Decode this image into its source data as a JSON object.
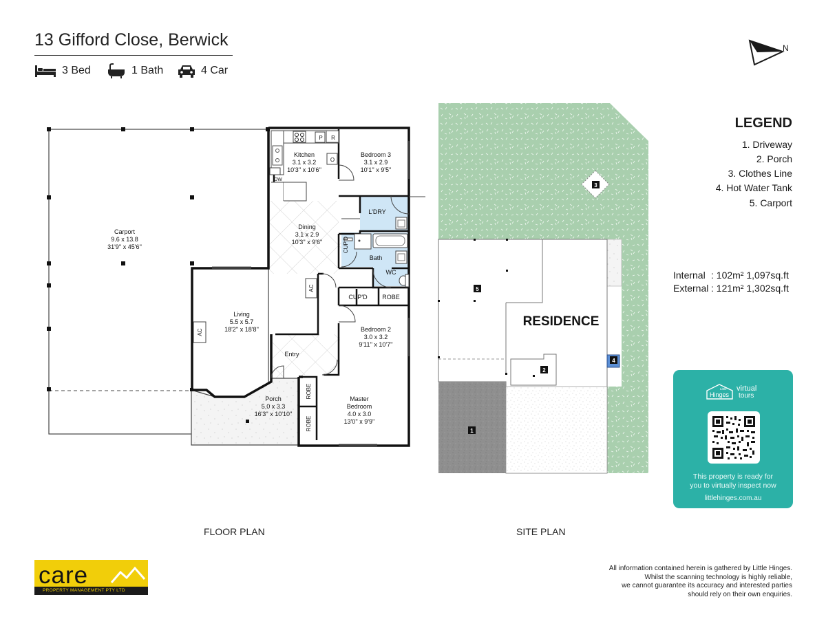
{
  "header": {
    "address": "13 Gifford Close, Berwick",
    "features": [
      {
        "icon": "bed-icon",
        "label": "3 Bed"
      },
      {
        "icon": "bath-icon",
        "label": "1 Bath"
      },
      {
        "icon": "car-icon",
        "label": "4 Car"
      }
    ]
  },
  "floor_plan": {
    "caption": "FLOOR PLAN",
    "rooms": {
      "carport": {
        "name": "Carport",
        "metric": "9.6 x 13.8",
        "imperial": "31'9'' x 45'6''"
      },
      "kitchen": {
        "name": "Kitchen",
        "metric": "3.1 x 3.2",
        "imperial": "10'3'' x 10'6''"
      },
      "bedroom3": {
        "name": "Bedroom 3",
        "metric": "3.1 x 2.9",
        "imperial": "10'1'' x 9'5''"
      },
      "dining": {
        "name": "Dining",
        "metric": "3.1 x 2.9",
        "imperial": "10'3'' x 9'6''"
      },
      "living": {
        "name": "Living",
        "metric": "5.5 x 5.7",
        "imperial": "18'2'' x 18'8''"
      },
      "bedroom2": {
        "name": "Bedroom 2",
        "metric": "3.0 x 3.2",
        "imperial": "9'11'' x 10'7''"
      },
      "master": {
        "name1": "Master",
        "name2": "Bedroom",
        "metric": "4.0 x 3.0",
        "imperial": "13'0'' x 9'9''"
      },
      "porch": {
        "name": "Porch",
        "metric": "5.0 x 3.3",
        "imperial": "16'3'' x 10'10''"
      }
    },
    "labels": {
      "laundry": "L'DRY",
      "bath": "Bath",
      "wc": "WC",
      "cupd": "CUP'D",
      "robe": "ROBE",
      "entry": "Entry",
      "ac": "AC",
      "dw": "DW",
      "pantry": "P",
      "fridge": "R",
      "oven": "O"
    }
  },
  "site_plan": {
    "caption": "SITE PLAN",
    "residence": "RESIDENCE",
    "markers": [
      "1",
      "2",
      "3",
      "4",
      "5"
    ]
  },
  "compass": {
    "label": "N"
  },
  "legend": {
    "title": "LEGEND",
    "items": [
      "1. Driveway",
      "2. Porch",
      "3. Clothes Line",
      "4. Hot Water Tank",
      "5. Carport"
    ]
  },
  "areas": {
    "internal_label": "Internal",
    "internal_value": ": 102m²  1,097sq.ft",
    "external_label": "External",
    "external_value": ": 121m²  1,302sq.ft"
  },
  "promo": {
    "brand_small": "Little",
    "brand_name": "Hinges",
    "brand_tag1": "virtual",
    "brand_tag2": "tours",
    "line1": "This property is ready for",
    "line2": "you to virtually inspect now",
    "url": "littlehinges.com.au"
  },
  "agency": {
    "name": "care",
    "sub": "PROPERTY MANAGEMENT PTY LTD"
  },
  "disclaimer": {
    "line1": "All information contained herein is gathered by Little Hinges.",
    "line2": "Whilst the scanning technology is highly reliable,",
    "line3": "we cannot guarantee its accuracy and interested parties",
    "line4": "should rely on their own enquiries."
  },
  "colors": {
    "lawn": "#a9cfae",
    "driveway": "#8f8f8f",
    "promo_bg": "#2cb1a7",
    "logo_yellow": "#f1ce0a",
    "wet_area": "#cfe6f6"
  }
}
